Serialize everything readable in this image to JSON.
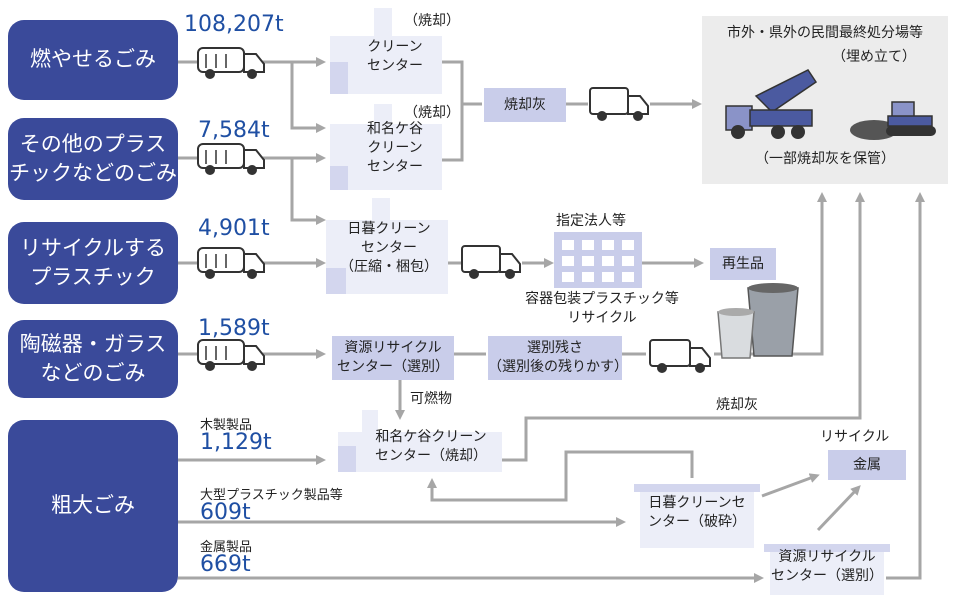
{
  "categories": [
    {
      "label": "燃やせるごみ",
      "amount": "108,207t"
    },
    {
      "label": "その他のプラス\nチックなどのごみ",
      "amount": "7,584t"
    },
    {
      "label": "リサイクルする\nプラスチック",
      "amount": "4,901t"
    },
    {
      "label": "陶磁器・ガラス\nなどのごみ",
      "amount": "1,589t"
    },
    {
      "label": "粗大ごみ",
      "items": [
        {
          "name": "木製製品",
          "amount": "1,129t"
        },
        {
          "name": "大型プラスチック製品等",
          "amount": "609t"
        },
        {
          "name": "金属製品",
          "amount": "669t"
        }
      ]
    }
  ],
  "facilities": {
    "clean_center": {
      "name": "クリーン\nセンター",
      "tag": "（焼却）"
    },
    "wanagaya": {
      "name": "和名ケ谷\nクリーン\nセンター",
      "tag": "（焼却）"
    },
    "higurashi_press": {
      "name": "日暮クリーン\nセンター\n（圧縮・梱包）"
    },
    "resource_sort": {
      "name": "資源リサイクル\nセンター（選別）"
    },
    "wanagaya_2": {
      "name": "和名ケ谷クリーン\nセンター（焼却）"
    },
    "higurashi_crush": {
      "name": "日暮クリーンセ\nンター（破砕）"
    },
    "resource_sort_2": {
      "name": "資源リサイクル\nセンター（選別）"
    }
  },
  "boxes": {
    "ash": "焼却灰",
    "residue": "選別残さ\n（選別後の残りかす）",
    "recycled_products": "再生品",
    "metal": "金属"
  },
  "labels": {
    "designated": "指定法人等",
    "container_recycle": "容器包装プラスチック等\nリサイクル",
    "combustible": "可燃物",
    "ash2": "焼却灰",
    "recycle": "リサイクル"
  },
  "landfill": {
    "title": "市外・県外の民間最終処分場等",
    "subtitle": "（埋め立て）",
    "note": "（一部焼却灰を保管）"
  },
  "colors": {
    "category": "#3a4a9a",
    "amount": "#1f4fa3",
    "box": "#c9cdea",
    "arrow": "#a6a6a6",
    "panel": "#ececec"
  }
}
